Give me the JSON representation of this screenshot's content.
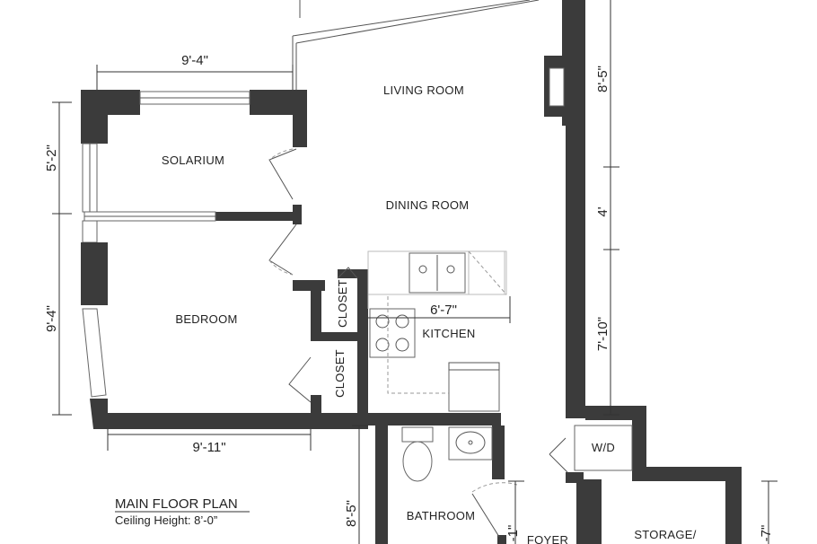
{
  "plan": {
    "title": "MAIN FLOOR PLAN",
    "subtitle": "Ceiling Height: 8’-0”",
    "rooms": {
      "living_room": "LIVING ROOM",
      "dining_room": "DINING ROOM",
      "solarium": "SOLARIUM",
      "bedroom": "BEDROOM",
      "closet_1": "CLOSET",
      "closet_2": "CLOSET",
      "kitchen": "KITCHEN",
      "bathroom": "BATHROOM",
      "foyer": "FOYER",
      "storage": "STORAGE/",
      "wd": "W/D"
    },
    "dimensions": {
      "solarium_width": "9'-4\"",
      "solarium_depth": "5'-2\"",
      "bedroom_depth": "9'-4\"",
      "bedroom_width": "9'-11\"",
      "kitchen_width": "6'-7\"",
      "right_top": "8'-5\"",
      "right_mid": "4'",
      "right_low": "7'-10\"",
      "bath_depth": "8'-5\"",
      "foyer_partial": "-1\"",
      "storage_partial": "-7\""
    }
  }
}
